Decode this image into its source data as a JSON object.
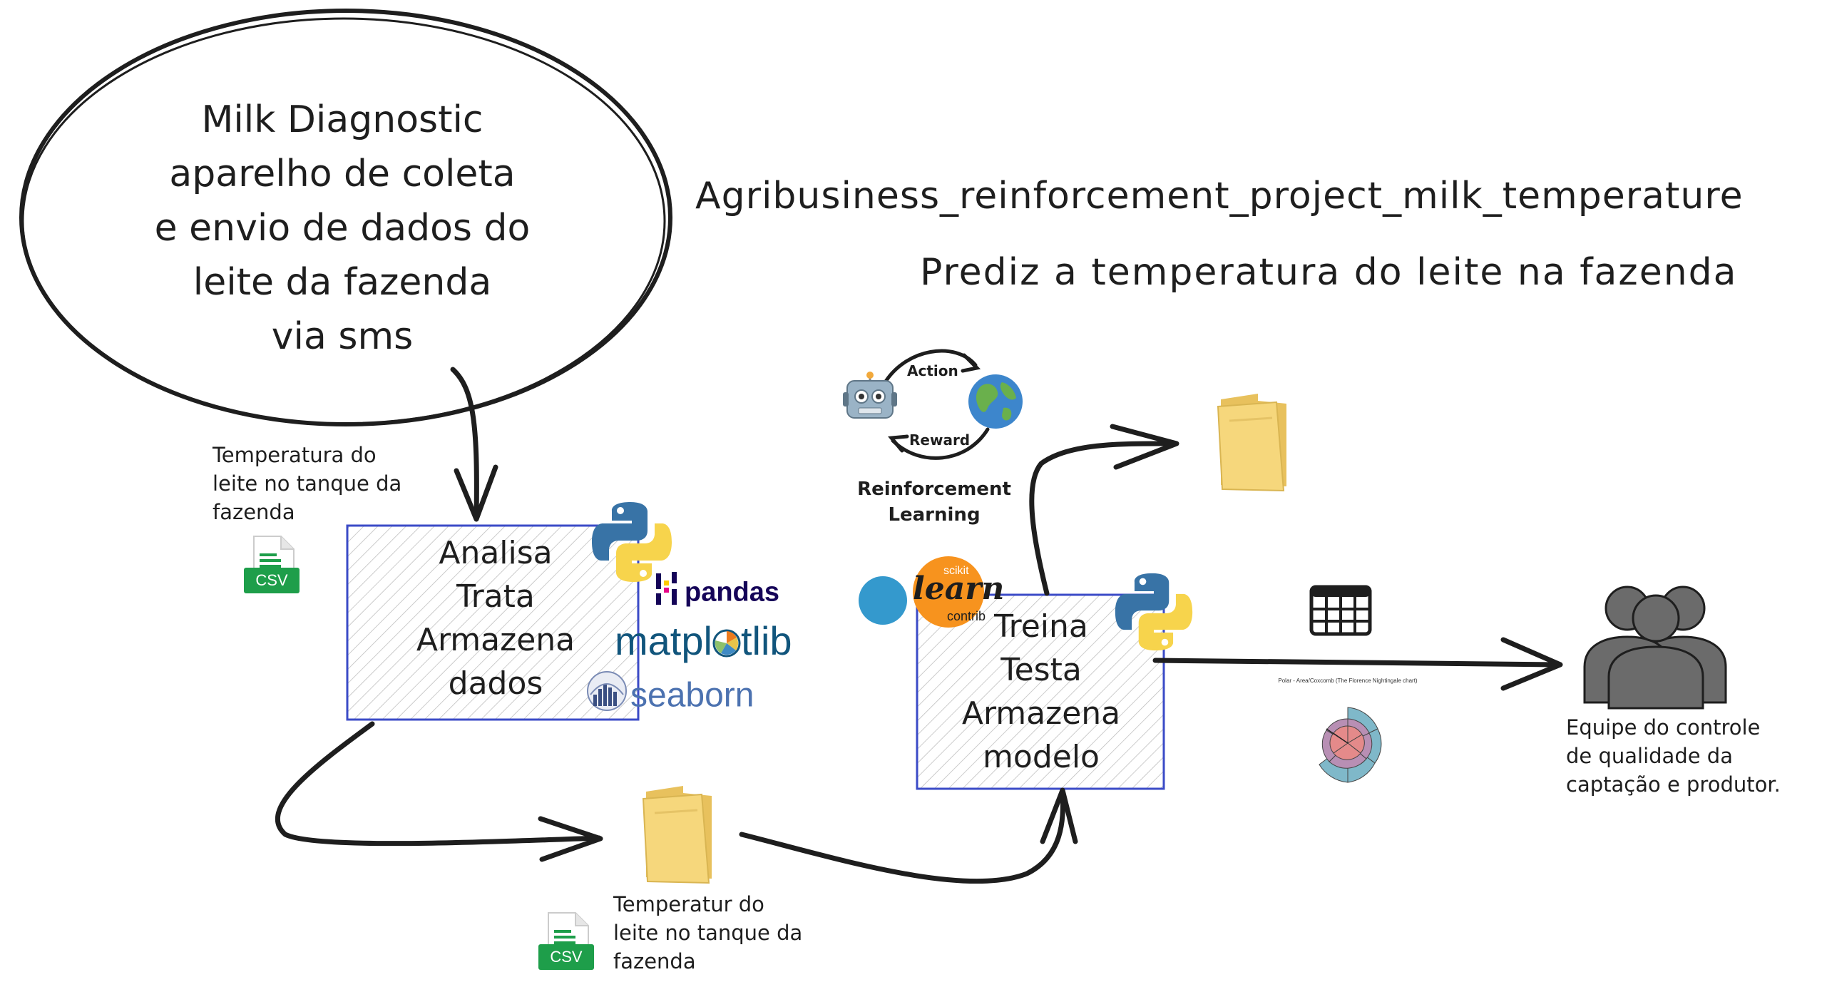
{
  "bubble": {
    "lines": [
      "Milk Diagnostic",
      "aparelho de coleta",
      "e envio de dados do",
      "leite da fazenda",
      "via sms"
    ]
  },
  "project": {
    "title": "Agribusiness_reinforcement_project_milk_temperature",
    "subtitle": "Prediz a temperatura do leite na fazenda"
  },
  "input_note": {
    "lines": [
      "Temperatura do",
      "leite no tanque da",
      "fazenda"
    ],
    "file_badge": "CSV"
  },
  "process_box": {
    "lines": [
      "Analisa",
      "Trata",
      "Armazena",
      "dados"
    ]
  },
  "libraries": {
    "pandas": "pandas",
    "matplotlib_pre": "matpl",
    "matplotlib_post": "tlib",
    "seaborn": "seaborn"
  },
  "output_note": {
    "lines": [
      "Temperatur do",
      "leite no tanque da",
      "fazenda"
    ],
    "file_badge": "CSV"
  },
  "rl_cycle": {
    "action": "Action",
    "reward": "Reward",
    "caption_lines": [
      "Reinforcement",
      "Learning"
    ]
  },
  "sklearn": {
    "small": "scikit",
    "main": "learn",
    "sub": "contrib"
  },
  "train_box": {
    "lines": [
      "Treina",
      "Testa",
      "Armazena",
      "modelo"
    ]
  },
  "polar_chart": {
    "title": "Polar - Area/Coxcomb (The Florence Nightingale chart)"
  },
  "team": {
    "lines": [
      "Equipe do controle",
      "de qualidade da",
      "captação e produtor."
    ]
  },
  "colors": {
    "box_stroke": "#3b4bc7",
    "folder": "#f6d77c",
    "csv_green": "#1e9e4a",
    "python_blue": "#3873a6",
    "python_yellow": "#f7d44c",
    "sklearn_orange": "#f7931e",
    "sklearn_blue": "#3499cd",
    "people_gray": "#6b6b6b"
  },
  "icons": [
    "python-icon",
    "pandas-icon",
    "seaborn-icon",
    "robot-icon",
    "globe-icon",
    "folder-icon",
    "csv-file-icon",
    "table-icon",
    "people-icon"
  ]
}
